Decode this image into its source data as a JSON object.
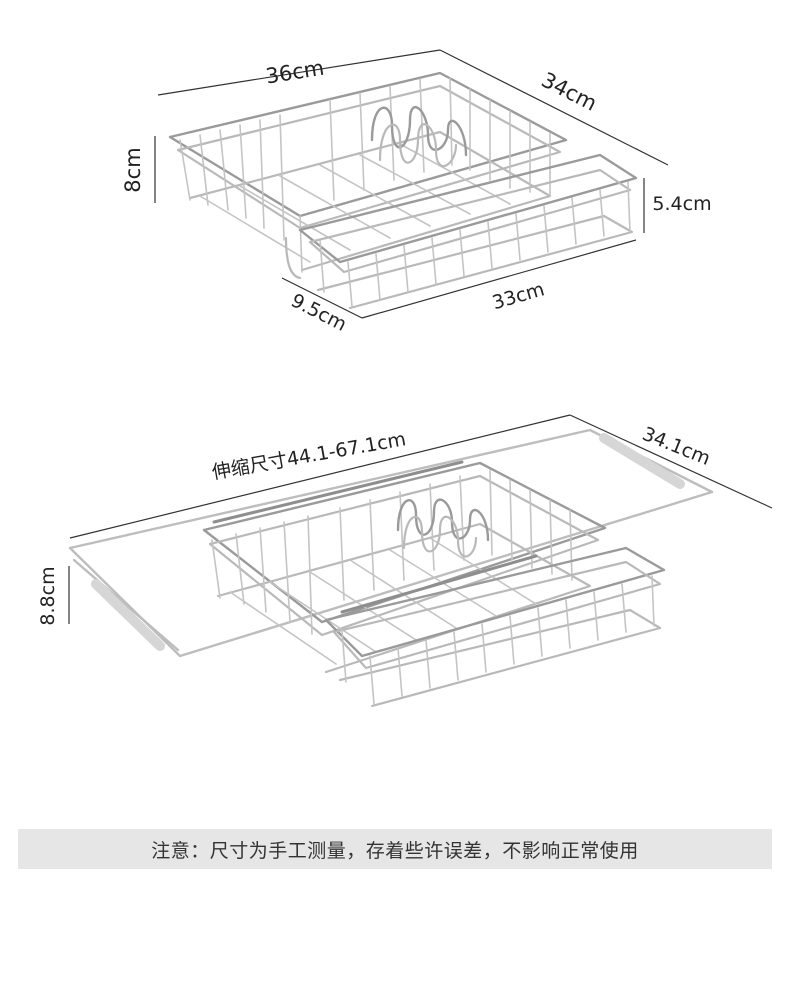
{
  "figure_top": {
    "width_label": "36cm",
    "depth_label": "34cm",
    "height_label": "8cm",
    "side_height_label": "5.4cm",
    "front_depth_label": "9.5cm",
    "front_width_label": "33cm"
  },
  "figure_bottom": {
    "extend_label": "伸缩尺寸44.1-67.1cm",
    "depth_label": "34.1cm",
    "height_label": "8.8cm"
  },
  "note": {
    "text": "注意：尺寸为手工测量，存着些许误差，不影响正常使用"
  }
}
